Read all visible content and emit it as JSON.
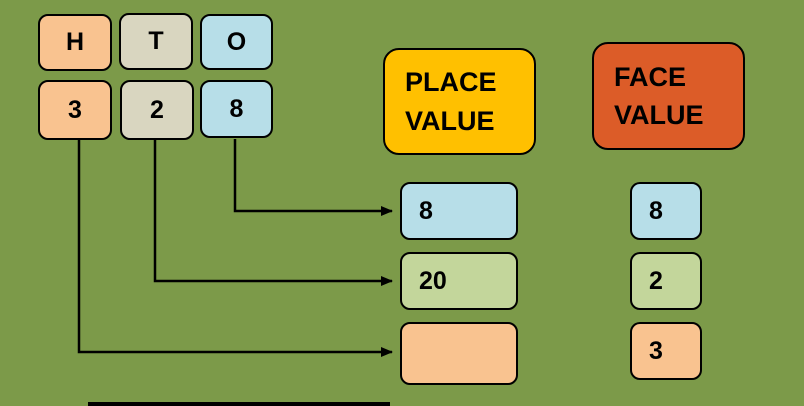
{
  "background_color": "#7c9a49",
  "arrow_color": "#000000",
  "columns_table": {
    "headers": [
      {
        "label": "H",
        "color": "#f9c390"
      },
      {
        "label": "T",
        "color": "#d9d6c0"
      },
      {
        "label": "O",
        "color": "#b7dee8"
      }
    ],
    "digits": [
      {
        "value": "3",
        "color": "#f9c390"
      },
      {
        "value": "2",
        "color": "#d9d6c0"
      },
      {
        "value": "8",
        "color": "#b7dee8"
      }
    ]
  },
  "place_value": {
    "title_lines": [
      "PLACE",
      "VALUE"
    ],
    "header_color": "#ffc000",
    "items": [
      {
        "value": "8",
        "color": "#b7dee8"
      },
      {
        "value": "20",
        "color": "#c3d69b"
      },
      {
        "value": "",
        "color": "#f9c390"
      }
    ]
  },
  "face_value": {
    "title_lines": [
      "FACE",
      "VALUE"
    ],
    "header_color": "#dc5c28",
    "items": [
      {
        "value": "8",
        "color": "#b7dee8"
      },
      {
        "value": "2",
        "color": "#c3d69b"
      },
      {
        "value": "3",
        "color": "#f9c390"
      }
    ]
  },
  "connections": [
    {
      "from_digit": "8",
      "to": "place-value-item-ones"
    },
    {
      "from_digit": "2",
      "to": "place-value-item-tens"
    },
    {
      "from_digit": "3",
      "to": "place-value-item-hundreds"
    }
  ]
}
